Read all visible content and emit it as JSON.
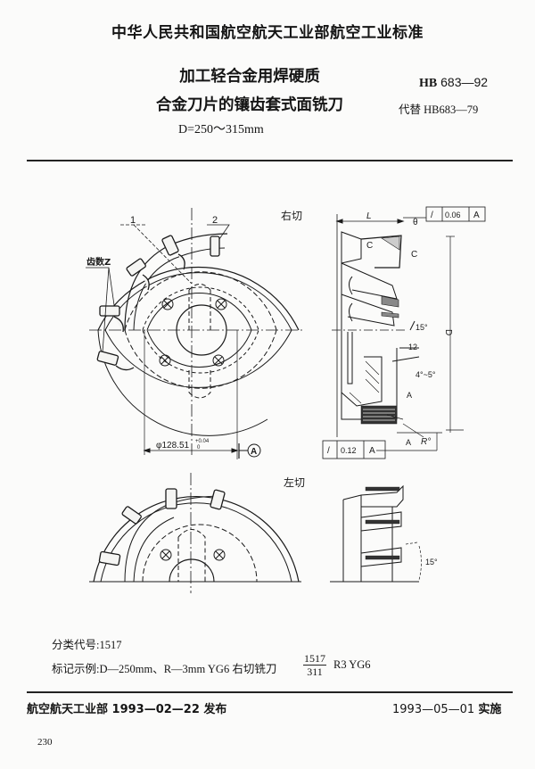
{
  "header": {
    "organization": "中华人民共和国航空航天工业部航空工业标准",
    "title_line1": "加工轻合金用焊硬质",
    "title_line2": "合金刀片的镶齿套式面铣刀",
    "diameter_range": "D=250～315mm",
    "standard_prefix": "HB",
    "standard_number": "683—92",
    "replaces": "代替 HB683—79"
  },
  "drawing": {
    "right_cut_label": "右切",
    "left_cut_label": "左切",
    "part_label_1": "1",
    "part_label_2": "2",
    "teeth_label": "齿数Z",
    "bore_dimension": "φ128.51",
    "bore_tol_upper": "+0.04",
    "bore_tol_lower": "0",
    "datum": "A",
    "dim_L": "L",
    "dim_theta": "θ",
    "dim_C": "C",
    "dim_D": "D",
    "dim_R": "R°",
    "dim_12": "12",
    "angle_15": "15°",
    "angle_4_5": "4°~5°",
    "runout_top": {
      "symbol": "/",
      "value": "0.06",
      "datum": "A"
    },
    "runout_bottom": {
      "symbol": "/",
      "value": "0.12",
      "datum": "A"
    },
    "section_A": "A"
  },
  "notes": {
    "classification_label": "分类代号:",
    "classification_value": "1517",
    "marking_label": "标记示例:",
    "marking_text": "D—250mm、R—3mm YG6 右切铣刀",
    "marking_frac_num": "1517",
    "marking_frac_den": "311",
    "marking_suffix": "R3 YG6"
  },
  "footer": {
    "publisher": "航空航天工业部 1993—02—22 发布",
    "implementation_date": "1993—05—01",
    "implementation_label": "实施",
    "page_number": "230"
  }
}
